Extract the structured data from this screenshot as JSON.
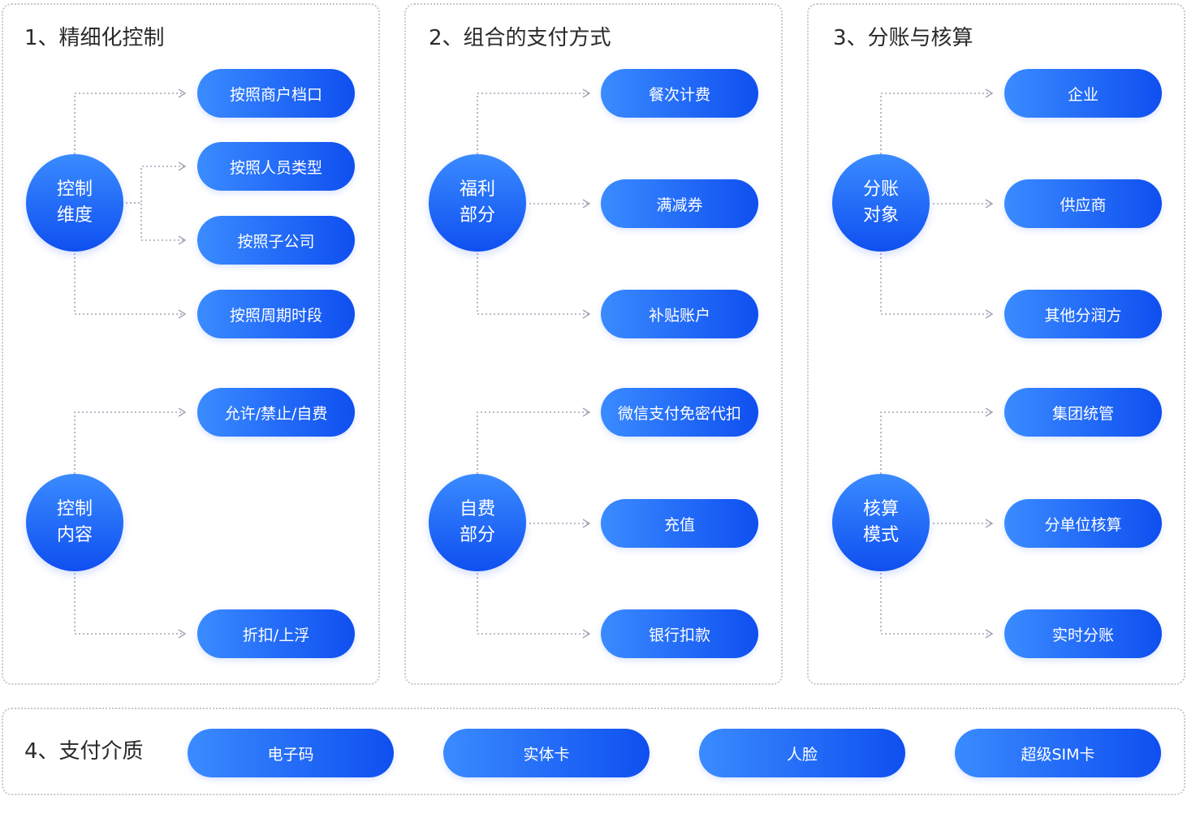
{
  "sections": [
    {
      "title": "1、精细化控制",
      "groups": [
        {
          "circle": [
            "控制",
            "维度"
          ],
          "items": [
            "按照商户档口",
            "按照人员类型",
            "按照子公司",
            "按照周期时段"
          ]
        },
        {
          "circle": [
            "控制",
            "内容"
          ],
          "items": [
            "允许/禁止/自费",
            "折扣/上浮"
          ]
        }
      ]
    },
    {
      "title": "2、组合的支付方式",
      "groups": [
        {
          "circle": [
            "福利",
            "部分"
          ],
          "items": [
            "餐次计费",
            "满减券",
            "补贴账户"
          ]
        },
        {
          "circle": [
            "自费",
            "部分"
          ],
          "items": [
            "微信支付免密代扣",
            "充值",
            "银行扣款"
          ]
        }
      ]
    },
    {
      "title": "3、分账与核算",
      "groups": [
        {
          "circle": [
            "分账",
            "对象"
          ],
          "items": [
            "企业",
            "供应商",
            "其他分润方"
          ]
        },
        {
          "circle": [
            "核算",
            "模式"
          ],
          "items": [
            "集团统管",
            "分单位核算",
            "实时分账"
          ]
        }
      ]
    }
  ],
  "media": {
    "title": "4、支付介质",
    "items": [
      "电子码",
      "实体卡",
      "人脸",
      "超级SIM卡"
    ]
  },
  "colors": {
    "gradient_start": "#3a8bff",
    "gradient_end": "#0f4ff0",
    "connector": "#a3a6b8",
    "panel_border": "#c5c7cc"
  }
}
